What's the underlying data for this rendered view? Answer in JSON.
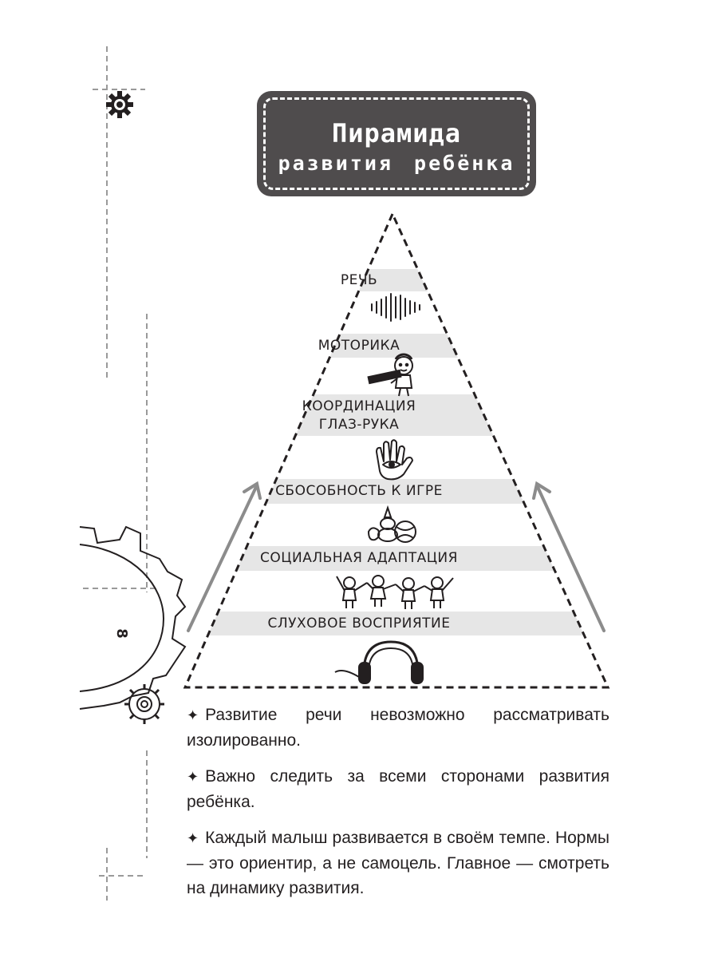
{
  "title": {
    "line1": "Пирамида",
    "line2": "развития ребёнка"
  },
  "pyramid": {
    "levels": [
      {
        "label": "РЕЧЬ",
        "icon": "sound-wave-icon"
      },
      {
        "label": "МОТОРИКА",
        "icon": "child-with-toy-icon"
      },
      {
        "label": "КООРДИНАЦИЯ\nГЛАЗ-РУКА",
        "label_line1": "КООРДИНАЦИЯ",
        "label_line2": "ГЛАЗ-РУКА",
        "icon": "eye-hand-icon"
      },
      {
        "label": "СБОСОБНОСТЬ К ИГРЕ",
        "icon": "toys-icon"
      },
      {
        "label": "СОЦИАЛЬНАЯ АДАПТАЦИЯ",
        "icon": "children-holding-hands-icon"
      },
      {
        "label": "СЛУХОВОЕ ВОСПРИЯТИЕ",
        "icon": "headphones-icon"
      }
    ]
  },
  "page_number": "8",
  "notes": [
    "Развитие речи невозможно рассматривать изолированно.",
    "Важно следить за всеми сторонами развития ребёнка.",
    "Каждый малыш развивается в своём темпе. Нормы — это ориентир, а не самоцель. Главное — смотреть на динамику развития."
  ],
  "colors": {
    "title_bg": "#4f4c4d",
    "band": "#e6e6e6",
    "arrow": "#8c8c8c",
    "text": "#231f20"
  }
}
